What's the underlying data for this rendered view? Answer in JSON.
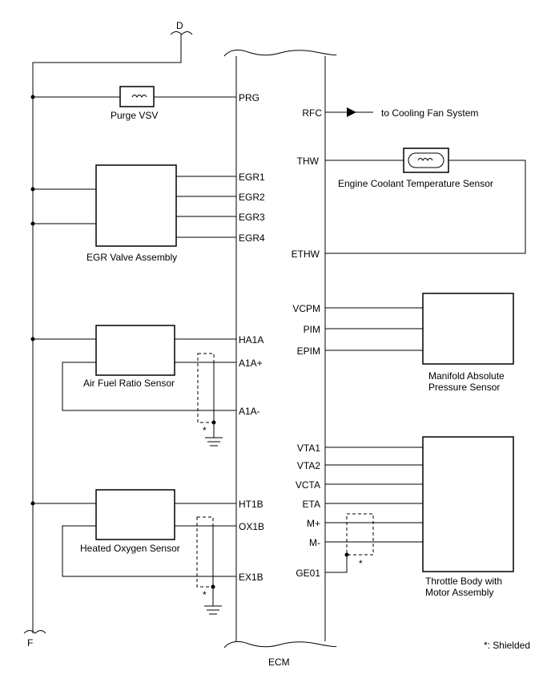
{
  "connectors": {
    "top": "D",
    "bottom": "F"
  },
  "ecm": {
    "label": "ECM",
    "left_pins": {
      "prg": "PRG",
      "egr1": "EGR1",
      "egr2": "EGR2",
      "egr3": "EGR3",
      "egr4": "EGR4",
      "ha1a": "HA1A",
      "a1a_plus": "A1A+",
      "a1a_minus": "A1A-",
      "ht1b": "HT1B",
      "ox1b": "OX1B",
      "ex1b": "EX1B"
    },
    "right_pins": {
      "rfc": "RFC",
      "thw": "THW",
      "ethw": "ETHW",
      "vcpm": "VCPM",
      "pim": "PIM",
      "epim": "EPIM",
      "vta1": "VTA1",
      "vta2": "VTA2",
      "vcta": "VCTA",
      "eta": "ETA",
      "m_plus": "M+",
      "m_minus": "M-",
      "ge01": "GE01"
    }
  },
  "components": {
    "purge_vsv": "Purge VSV",
    "egr_valve": "EGR Valve Assembly",
    "af_sensor": "Air Fuel Ratio Sensor",
    "ho2_sensor": "Heated Oxygen Sensor",
    "coolant_sensor": "Engine Coolant Temperature Sensor",
    "map_sensor_line1": "Manifold Absolute",
    "map_sensor_line2": "Pressure Sensor",
    "throttle_line1": "Throttle Body with",
    "throttle_line2": "Motor Assembly"
  },
  "cooling_fan": "to Cooling Fan System",
  "shield_marks": {
    "af": "*",
    "ho2": "*",
    "throttle": "*"
  },
  "legend": "*: Shielded"
}
